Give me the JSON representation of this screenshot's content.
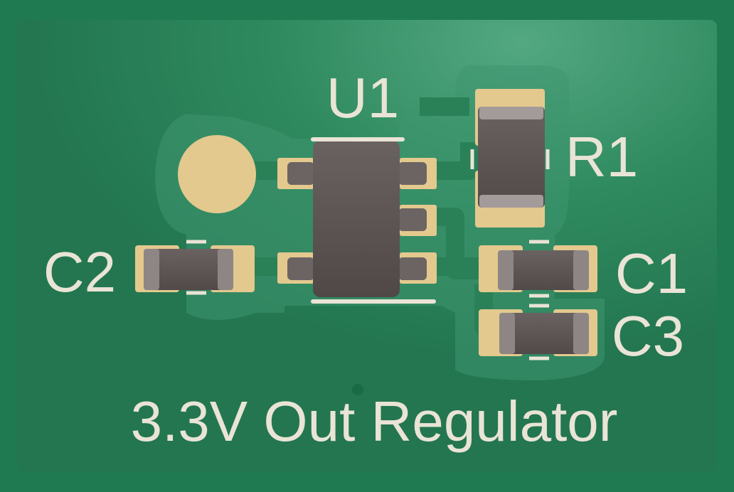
{
  "board": {
    "title": "3.3V Out Regulator",
    "refdes": {
      "u1": "U1",
      "r1": "R1",
      "c1": "C1",
      "c2": "C2",
      "c3": "C3"
    }
  },
  "colors": {
    "board_edge": "#1f7a52",
    "copper_pour": "#2e8a5e",
    "clearance": "#3f9a6e",
    "pad": "#e3c98e",
    "component_body": "#5e5756",
    "silkscreen": "#e9e4d6"
  }
}
